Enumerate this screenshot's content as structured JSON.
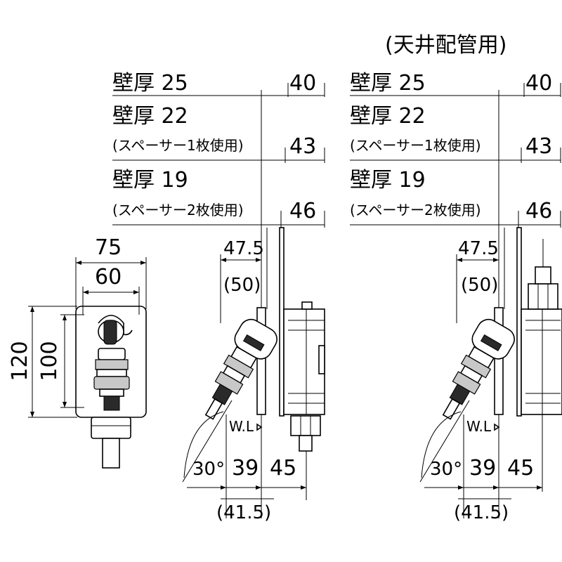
{
  "ceiling_label": "(天井配管用)",
  "walls": [
    {
      "label": "壁厚 25",
      "sub": "",
      "dim": "40"
    },
    {
      "label": "壁厚 22",
      "sub": "(スペーサー1枚使用)",
      "dim": "43"
    },
    {
      "label": "壁厚 19",
      "sub": "(スペーサー2枚使用)",
      "dim": "46"
    }
  ],
  "front_view": {
    "width_outer": "75",
    "width_inner": "60",
    "height_outer": "120",
    "height_inner": "100"
  },
  "side_dims": {
    "top_offset": "47.5",
    "top_offset_alt": "(50)",
    "angle": "30°",
    "bottom_a": "39",
    "bottom_b": "45",
    "bottom_alt": "(41.5)",
    "wl": "W.L"
  }
}
